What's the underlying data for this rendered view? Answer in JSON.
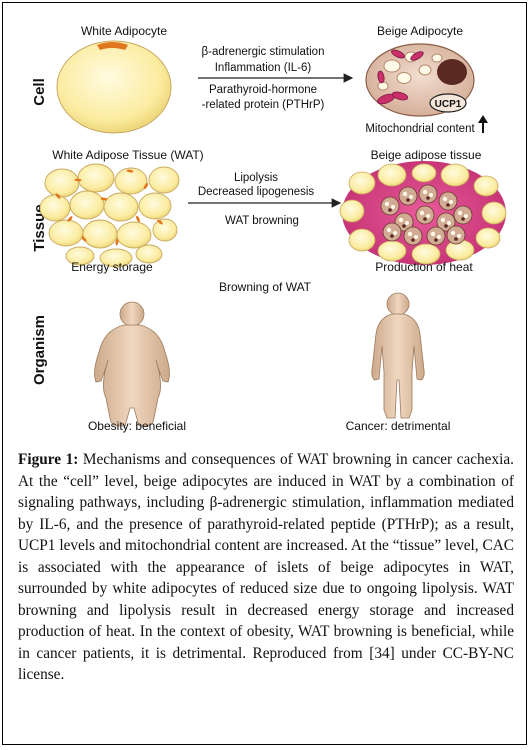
{
  "cell": {
    "row_label": "Cell",
    "white_title": "White Adipocyte",
    "beige_title": "Beige Adipocyte",
    "arrow_text_1": "β-adrenergic stimulation",
    "arrow_text_2": "Inflammation (IL-6)",
    "arrow_text_3": "Parathyroid-hormone",
    "arrow_text_4": "-related protein (PTHrP)",
    "ucp1": "UCP1",
    "mito": "Mitochondrial content"
  },
  "tissue": {
    "row_label": "Tissue",
    "wat_title": "White Adipose Tissue (WAT)",
    "beige_title": "Beige adipose tissue",
    "arrow_text_1": "Lipolysis",
    "arrow_text_2": "Decreased lipogenesis",
    "arrow_text_3": "WAT browning",
    "energy": "Energy storage",
    "heat": "Production of heat"
  },
  "organism": {
    "row_label": "Organism",
    "browning": "Browning of WAT",
    "obesity": "Obesity: beneficial",
    "cancer": "Cancer: detrimental"
  },
  "caption": {
    "label": "Figure 1:",
    "text": "Mechanisms and consequences of WAT browning in cancer cachexia. At the “cell” level, beige adipocytes are induced in WAT by a combination of signaling pathways, including β-adrenergic stimulation, inflammation mediated by IL-6, and the presence of parathyroid-related peptide (PTHrP); as a result, UCP1 levels and mitochondrial content are increased. At the “tissue” level, CAC is associated with the appearance of islets of beige adipocytes in WAT, surrounded by white adipocytes of reduced size due to ongoing lipolysis. WAT browning and lipolysis result in decreased energy storage and increased production of heat. In the context of obesity, WAT browning is beneficial, while in cancer patients, it is detrimental. Reproduced from [34] under CC-BY-NC license."
  }
}
